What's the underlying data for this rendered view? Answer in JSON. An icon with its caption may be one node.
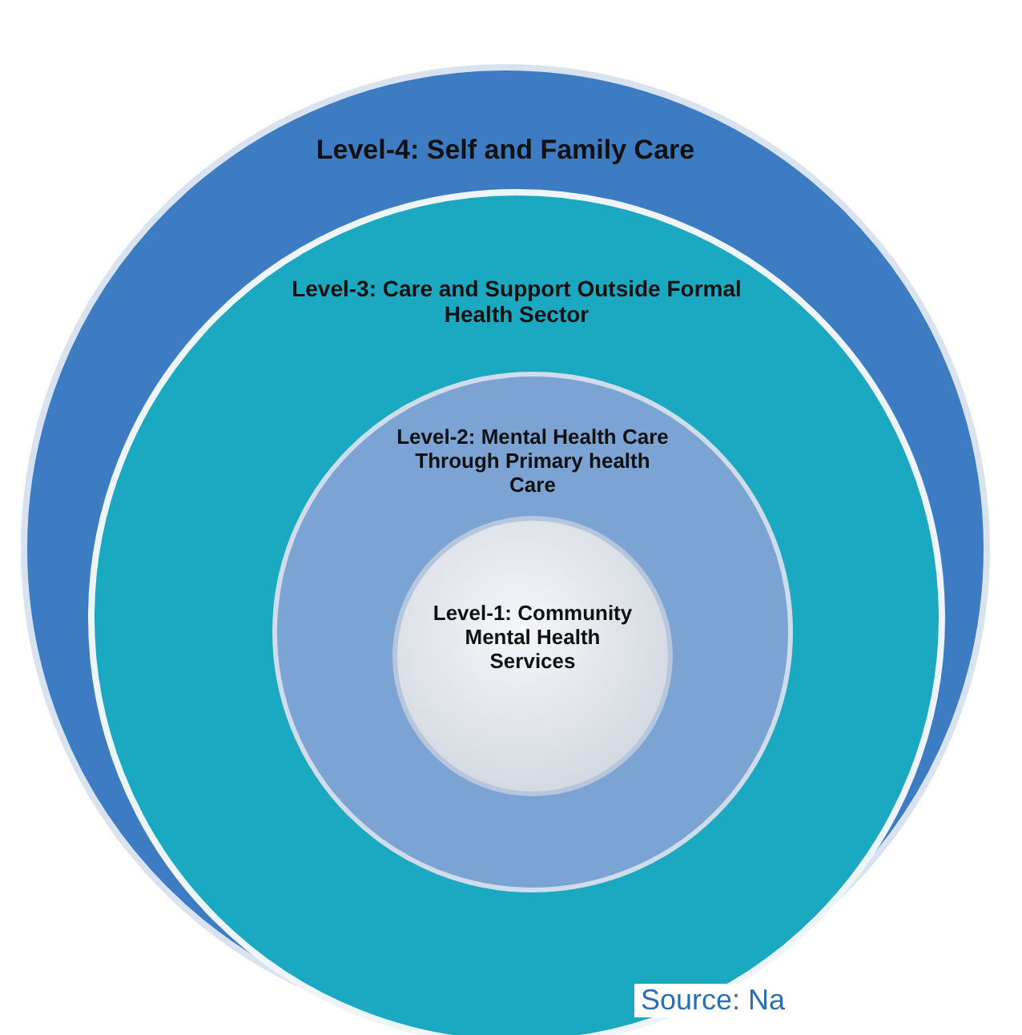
{
  "diagram": {
    "nodes": [
      {
        "text": [
          "Level-4: Self and Family Care"
        ]
      },
      {
        "text": [
          "Level-3: Care and Support Outside Formal Health Sector"
        ],
        "in": 0
      },
      {
        "text": [
          "Level-2: Mental Health Care Through Primary health Care"
        ],
        "in": 1
      },
      {
        "text": [
          "Level-1: Community Mental Health Services"
        ],
        "in": 2
      }
    ],
    "labels": [
      "Source: Na"
    ]
  }
}
